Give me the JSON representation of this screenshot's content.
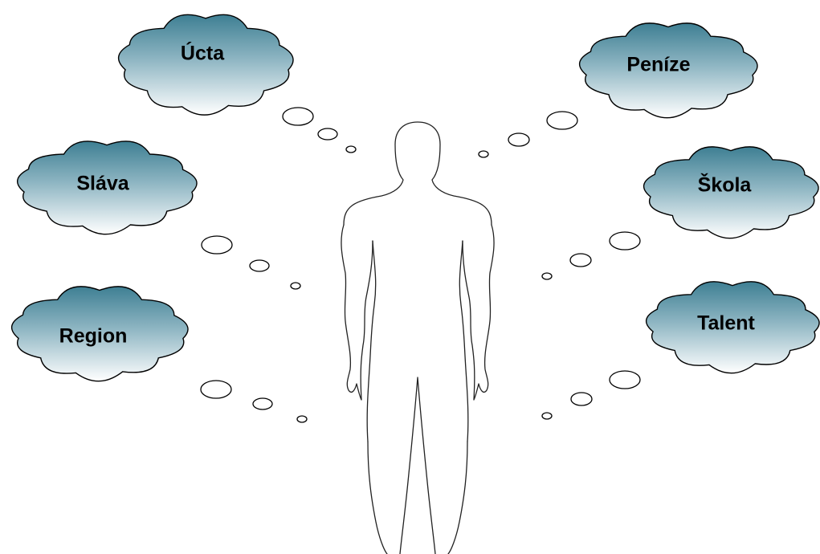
{
  "clouds": [
    {
      "id": "ucta",
      "label": "Úcta"
    },
    {
      "id": "penize",
      "label": "Peníze"
    },
    {
      "id": "slava",
      "label": "Sláva"
    },
    {
      "id": "skola",
      "label": "Škola"
    },
    {
      "id": "region",
      "label": "Region"
    },
    {
      "id": "talent",
      "label": "Talent"
    }
  ],
  "colors": {
    "cloud_top": "#3e7f93",
    "cloud_bottom": "#ffffff",
    "outline": "#000000",
    "figure_stroke": "#222222",
    "background": "#ffffff"
  }
}
